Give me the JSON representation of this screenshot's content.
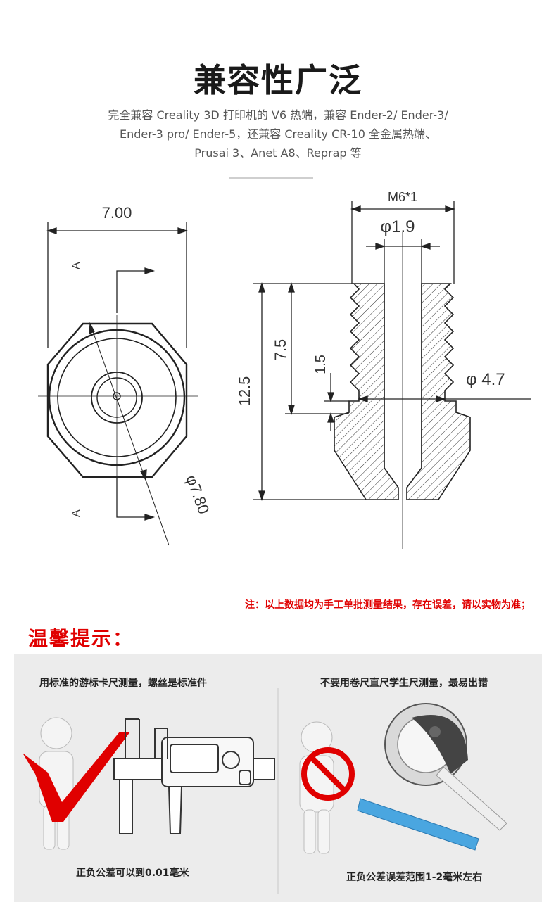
{
  "header": {
    "title": "兼容性广泛",
    "desc_lines": [
      "完全兼容 Creality 3D 打印机的 V6 热端，兼容 Ender-2/ Ender-3/",
      "Ender-3 pro/ Ender-5，还兼容 Creality CR-10 全金属热端、",
      "Prusai 3、Anet A8、Reprap 等"
    ]
  },
  "drawing": {
    "front_width": "7.00",
    "section_mark": "A",
    "diameter_outer": "φ7.80",
    "thread": "M6*1",
    "bore": "φ1.9",
    "total_length": "12.5",
    "thread_length": "7.5",
    "tip_length": "1.5",
    "thread_diameter": "φ 4.7"
  },
  "note": "注：以上数据均为手工单批测量结果，存在误差，请以实物为准；",
  "tips": {
    "title": "温馨提示：",
    "left_caption": "用标准的游标卡尺测量，螺丝是标准件",
    "left_sub": "正负公差可以到0.01毫米",
    "right_caption": "不要用卷尺直尺学生尺测量，最易出错",
    "right_sub": "正负公差误差范围1-2毫米左右"
  },
  "colors": {
    "accent": "#e00000",
    "line": "#222222"
  }
}
